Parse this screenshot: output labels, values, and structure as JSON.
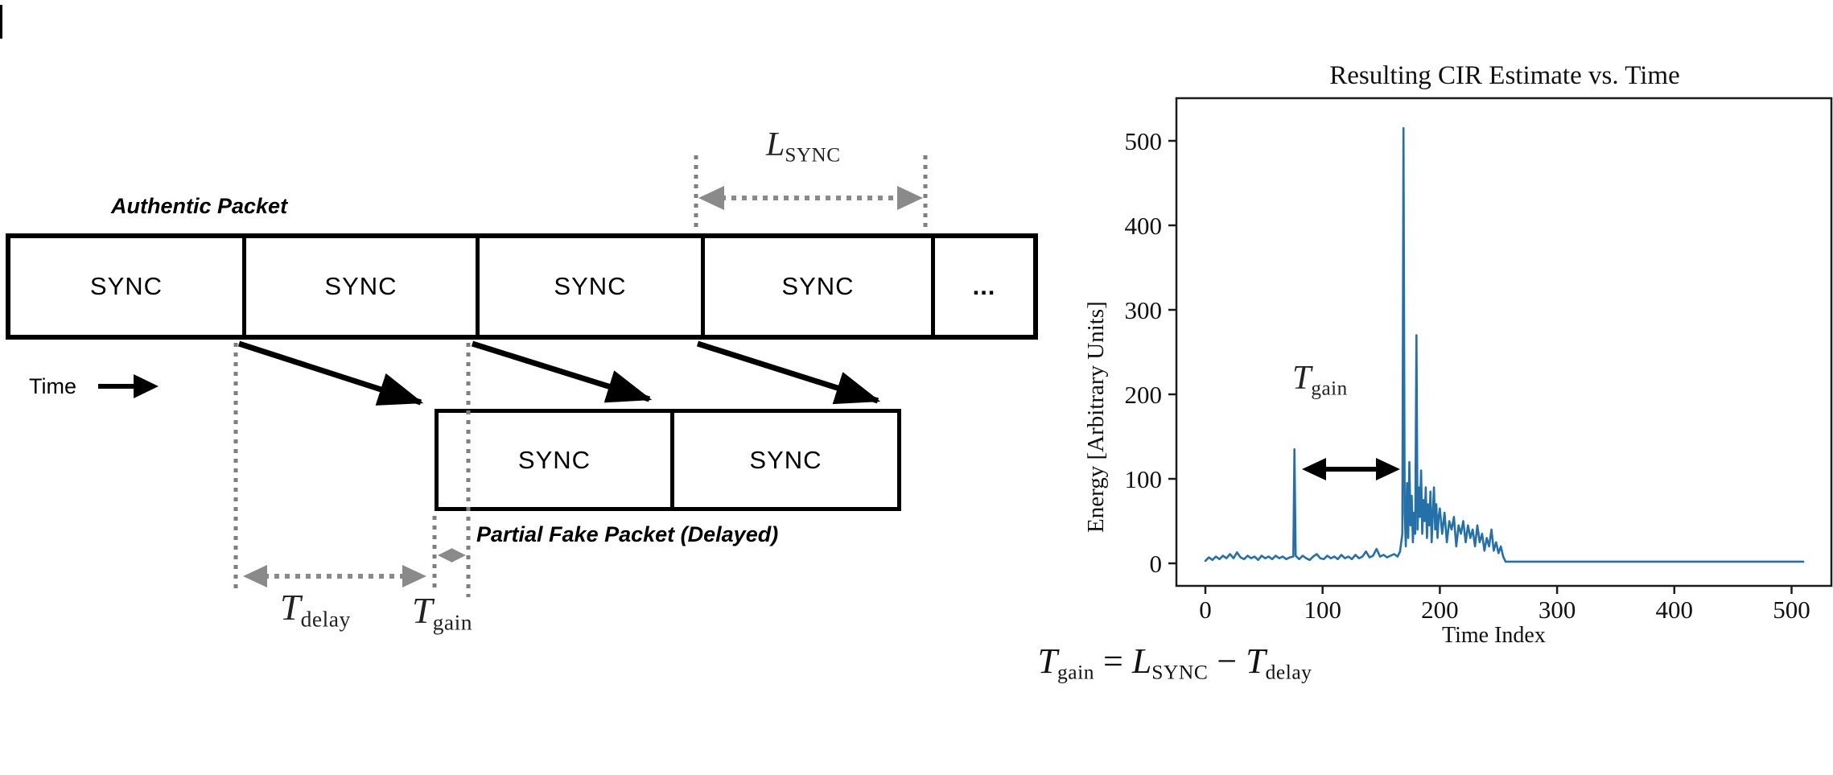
{
  "diagram": {
    "authentic_label": "Authentic Packet",
    "authentic_cells": [
      "SYNC",
      "SYNC",
      "SYNC",
      "SYNC",
      "..."
    ],
    "time_label": "Time",
    "fake_cells": [
      "SYNC",
      "SYNC"
    ],
    "fake_label": "Partial Fake Packet (Delayed)",
    "l_sync": {
      "base": "L",
      "sub": "SYNC"
    },
    "t_delay": {
      "base": "T",
      "sub": "delay"
    },
    "t_gain": {
      "base": "T",
      "sub": "gain"
    }
  },
  "equation": {
    "lhs_base": "T",
    "lhs_sub": "gain",
    "equals": "=",
    "rhs1_base": "L",
    "rhs1_sub": "SYNC",
    "minus": "−",
    "rhs2_base": "T",
    "rhs2_sub": "delay"
  },
  "chart_data": {
    "type": "line",
    "title": "Resulting CIR Estimate vs. Time",
    "xlabel": "Time Index",
    "ylabel": "Energy [Arbitrary Units]",
    "x_ticks": [
      0,
      100,
      200,
      300,
      400,
      500
    ],
    "y_ticks": [
      0,
      100,
      200,
      300,
      400,
      500
    ],
    "xlim": [
      -25,
      534
    ],
    "ylim": [
      -27,
      550
    ],
    "grid": false,
    "legend": "none",
    "line_color": "#2470a8",
    "annotations": {
      "t_gain_label": {
        "base": "T",
        "sub": "gain"
      },
      "gain_arrow": {
        "x1": 82,
        "x2": 164,
        "y": 112
      }
    },
    "series": [
      {
        "name": "CIR estimate",
        "points": [
          [
            0,
            3
          ],
          [
            3,
            7
          ],
          [
            6,
            4
          ],
          [
            9,
            8
          ],
          [
            12,
            5
          ],
          [
            15,
            9
          ],
          [
            18,
            6
          ],
          [
            21,
            11
          ],
          [
            24,
            6
          ],
          [
            27,
            13
          ],
          [
            30,
            7
          ],
          [
            33,
            5
          ],
          [
            36,
            9
          ],
          [
            39,
            6
          ],
          [
            42,
            8
          ],
          [
            45,
            4
          ],
          [
            48,
            9
          ],
          [
            51,
            6
          ],
          [
            54,
            8
          ],
          [
            57,
            5
          ],
          [
            60,
            9
          ],
          [
            63,
            6
          ],
          [
            66,
            8
          ],
          [
            69,
            5
          ],
          [
            72,
            7
          ],
          [
            75,
            8
          ],
          [
            76,
            135
          ],
          [
            77,
            9
          ],
          [
            80,
            5
          ],
          [
            83,
            9
          ],
          [
            86,
            6
          ],
          [
            89,
            4
          ],
          [
            92,
            8
          ],
          [
            95,
            11
          ],
          [
            98,
            6
          ],
          [
            101,
            5
          ],
          [
            104,
            9
          ],
          [
            107,
            6
          ],
          [
            110,
            8
          ],
          [
            113,
            5
          ],
          [
            116,
            10
          ],
          [
            119,
            6
          ],
          [
            122,
            8
          ],
          [
            125,
            5
          ],
          [
            128,
            10
          ],
          [
            131,
            6
          ],
          [
            134,
            8
          ],
          [
            137,
            14
          ],
          [
            140,
            7
          ],
          [
            143,
            9
          ],
          [
            146,
            17
          ],
          [
            149,
            8
          ],
          [
            152,
            10
          ],
          [
            155,
            7
          ],
          [
            158,
            9
          ],
          [
            161,
            11
          ],
          [
            164,
            8
          ],
          [
            166,
            14
          ],
          [
            168,
            35
          ],
          [
            169,
            515
          ],
          [
            170,
            60
          ],
          [
            171,
            20
          ],
          [
            172,
            95
          ],
          [
            173,
            30
          ],
          [
            174,
            120
          ],
          [
            175,
            45
          ],
          [
            176,
            80
          ],
          [
            177,
            25
          ],
          [
            178,
            60
          ],
          [
            179,
            35
          ],
          [
            180,
            270
          ],
          [
            181,
            40
          ],
          [
            182,
            90
          ],
          [
            183,
            55
          ],
          [
            184,
            110
          ],
          [
            185,
            35
          ],
          [
            186,
            75
          ],
          [
            187,
            50
          ],
          [
            188,
            90
          ],
          [
            189,
            30
          ],
          [
            190,
            70
          ],
          [
            191,
            45
          ],
          [
            192,
            85
          ],
          [
            193,
            25
          ],
          [
            194,
            60
          ],
          [
            195,
            90
          ],
          [
            196,
            40
          ],
          [
            197,
            70
          ],
          [
            198,
            30
          ],
          [
            199,
            55
          ],
          [
            200,
            65
          ],
          [
            202,
            35
          ],
          [
            204,
            60
          ],
          [
            206,
            25
          ],
          [
            208,
            50
          ],
          [
            210,
            40
          ],
          [
            212,
            55
          ],
          [
            214,
            20
          ],
          [
            216,
            45
          ],
          [
            218,
            35
          ],
          [
            220,
            50
          ],
          [
            222,
            25
          ],
          [
            224,
            45
          ],
          [
            226,
            30
          ],
          [
            228,
            40
          ],
          [
            230,
            20
          ],
          [
            232,
            45
          ],
          [
            234,
            25
          ],
          [
            236,
            35
          ],
          [
            238,
            15
          ],
          [
            240,
            30
          ],
          [
            242,
            20
          ],
          [
            244,
            40
          ],
          [
            246,
            15
          ],
          [
            248,
            25
          ],
          [
            250,
            12
          ],
          [
            252,
            20
          ],
          [
            254,
            8
          ],
          [
            256,
            2
          ],
          [
            280,
            2
          ],
          [
            320,
            2
          ],
          [
            360,
            2
          ],
          [
            400,
            2
          ],
          [
            440,
            2
          ],
          [
            480,
            2
          ],
          [
            510,
            2
          ]
        ]
      }
    ]
  }
}
